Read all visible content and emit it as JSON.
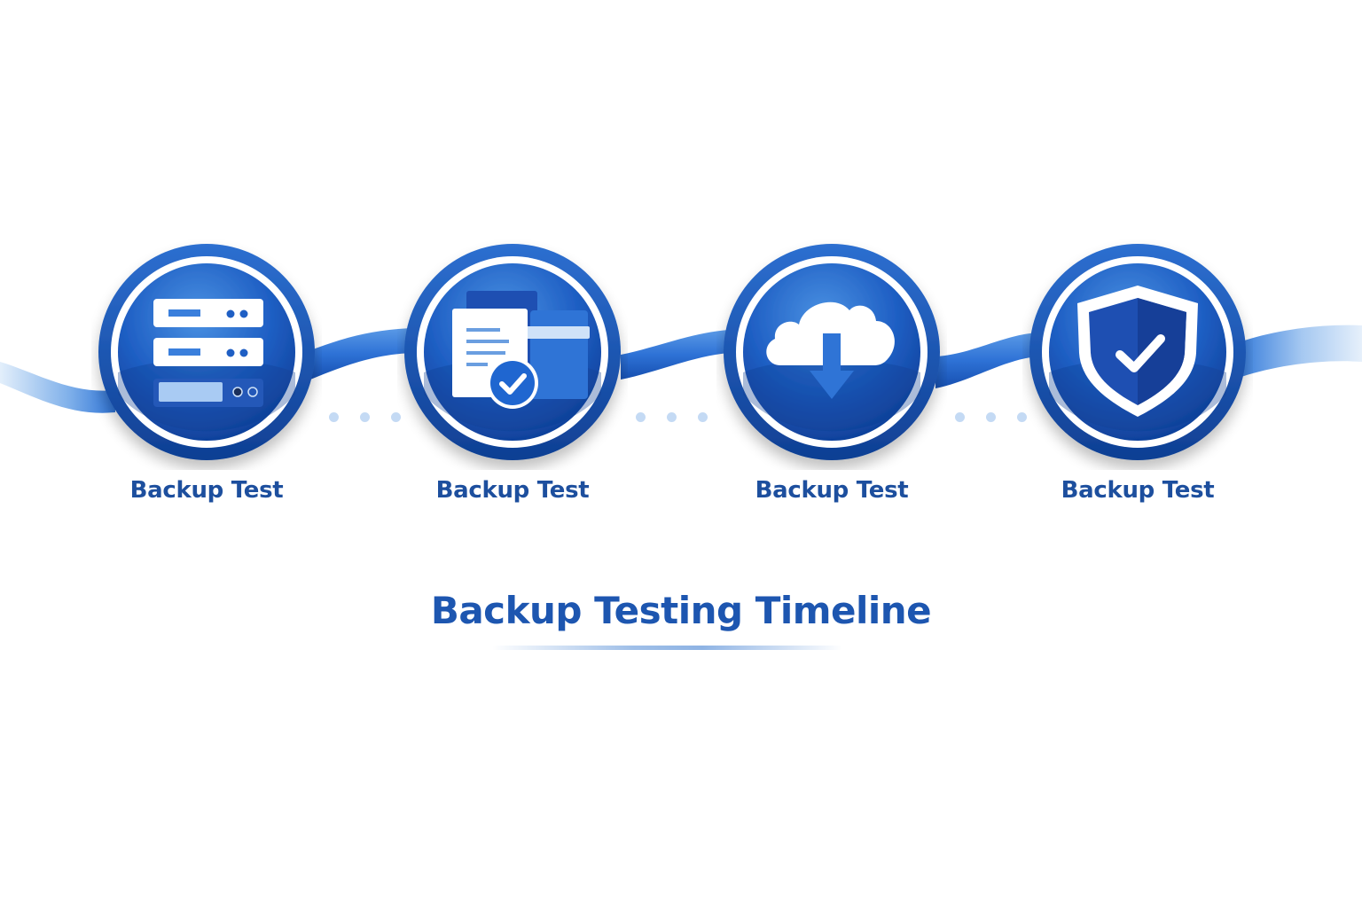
{
  "diagram": {
    "title": "Backup Testing Timeline",
    "colors": {
      "primary": "#1d56b0",
      "dark": "#0f3f93",
      "light": "#4a8fe0",
      "ribbon_light": "#cfe2f8",
      "dot": "#c4daf4",
      "label": "#1d4f9e"
    },
    "steps": [
      {
        "label": "Backup Test",
        "icon": "server-rack-icon"
      },
      {
        "label": "Backup Test",
        "icon": "document-folder-check-icon"
      },
      {
        "label": "Backup Test",
        "icon": "cloud-download-icon"
      },
      {
        "label": "Backup Test",
        "icon": "shield-check-icon"
      }
    ],
    "connector_dots_per_gap": 3
  }
}
